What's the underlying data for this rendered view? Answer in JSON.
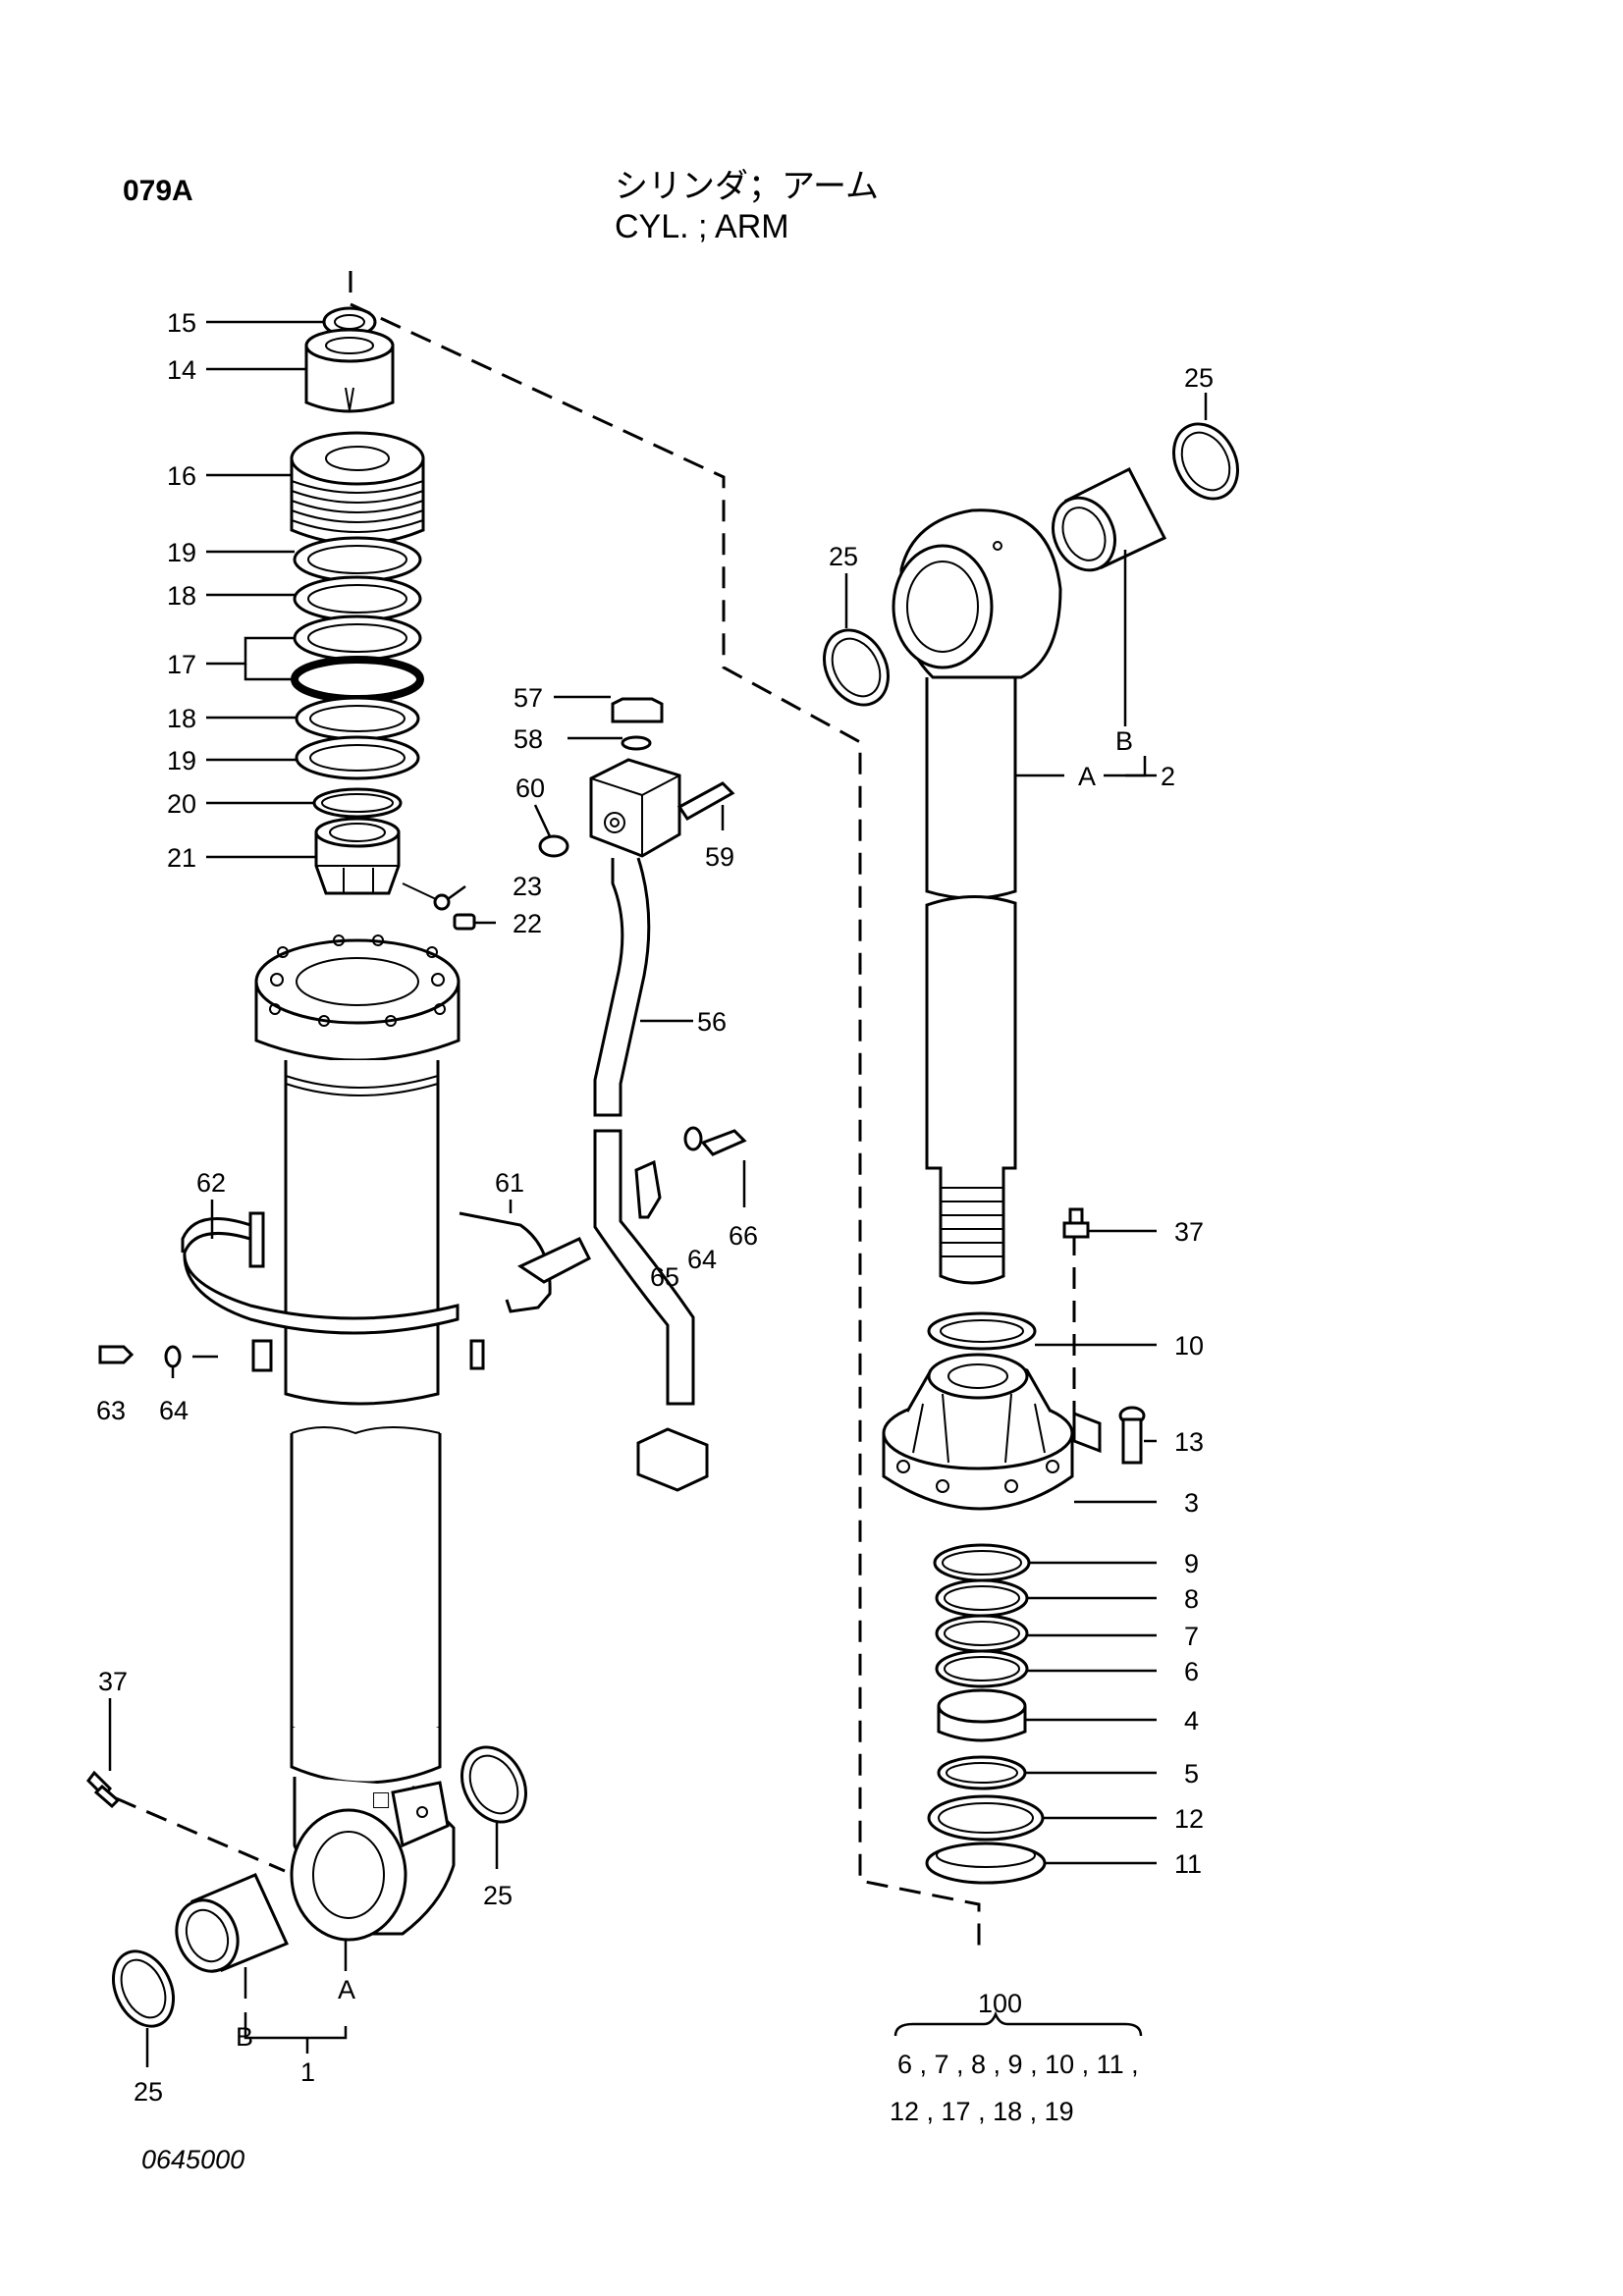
{
  "header": {
    "page_code": "079A",
    "title_jp": "シリンダ；アーム",
    "title_en": "CYL. ; ARM"
  },
  "footer": {
    "drawing_number": "0645000"
  },
  "kit": {
    "number": "100",
    "line1": "6 , 7 , 8 , 9 , 10 , 11 ,",
    "line2": "12 , 17 , 18 , 19"
  },
  "callouts": {
    "c15": "15",
    "c14": "14",
    "c16": "16",
    "c19a": "19",
    "c18a": "18",
    "c17": "17",
    "c18b": "18",
    "c19b": "19",
    "c20": "20",
    "c21": "21",
    "c23": "23",
    "c22": "22",
    "c57": "57",
    "c58": "58",
    "c60": "60",
    "c59": "59",
    "c56": "56",
    "c62": "62",
    "c61": "61",
    "c66": "66",
    "c63": "63",
    "c64a": "64",
    "c64b": "64",
    "c65": "65",
    "c37a": "37",
    "c25a": "25",
    "c25b": "25",
    "c1": "1",
    "c25c": "25",
    "c25d": "25",
    "c2": "2",
    "c37b": "37",
    "c10": "10",
    "c13": "13",
    "c3": "3",
    "c9": "9",
    "c8": "8",
    "c7": "7",
    "c6": "6",
    "c4": "4",
    "c5": "5",
    "c12": "12",
    "c11": "11",
    "refA_tube": "A",
    "refB_tube": "B",
    "refA_rod": "A",
    "refB_rod": "B"
  }
}
